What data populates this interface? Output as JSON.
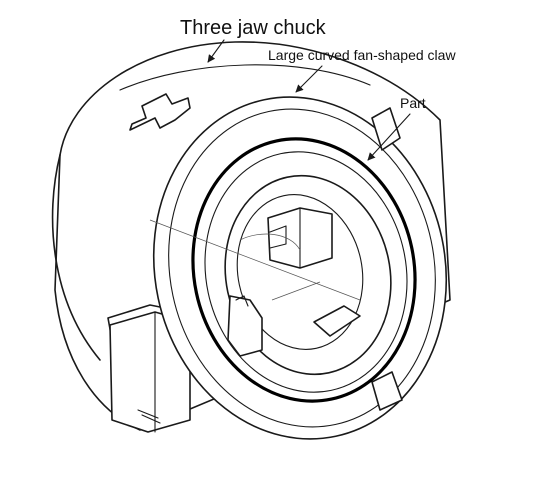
{
  "labels": {
    "chuck": "Three jaw chuck",
    "claw": "Large curved fan-shaped claw",
    "part": "Part"
  },
  "colors": {
    "line": "#1a1a1a",
    "background": "#ffffff"
  }
}
